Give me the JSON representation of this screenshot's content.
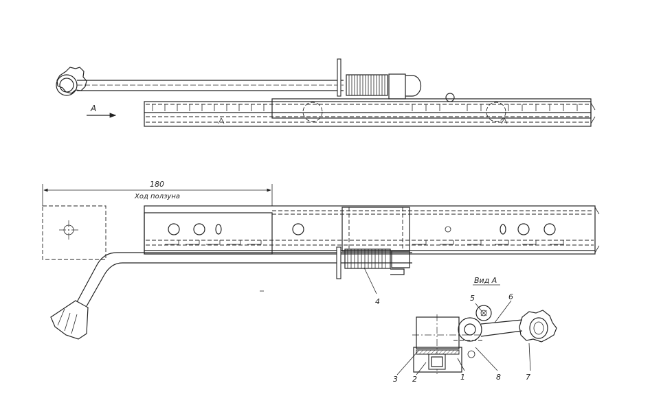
{
  "labels": {
    "arrow_view": "A",
    "dimension_value": "180",
    "dimension_caption": "Ход ползуна",
    "view_title": "Вид А"
  },
  "callouts": [
    "1",
    "2",
    "3",
    "4",
    "5",
    "6",
    "7",
    "8"
  ]
}
